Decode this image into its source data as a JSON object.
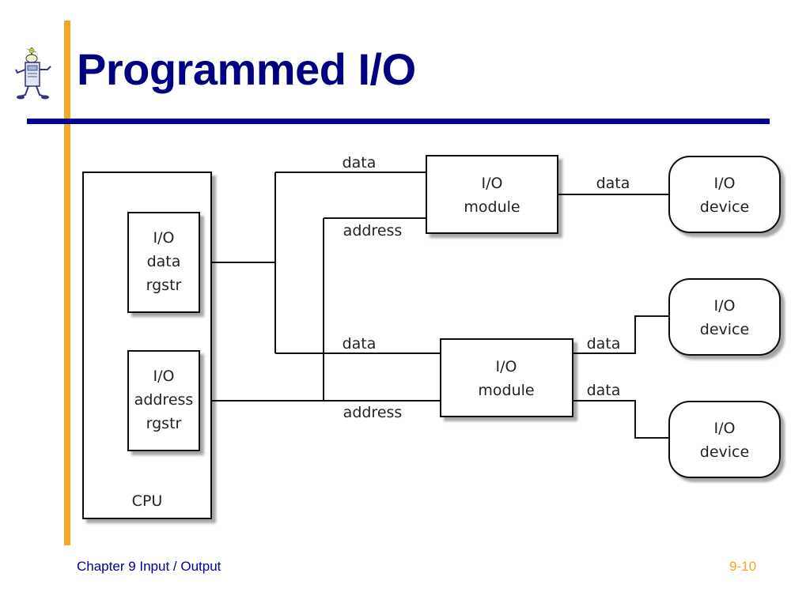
{
  "slide": {
    "title": "Programmed I/O",
    "footer_left": "Chapter 9 Input / Output",
    "footer_right": "9-10",
    "accent_colors": {
      "title": "#000080",
      "rule": "#000099",
      "side_bar": "#f5a623",
      "page_number": "#f5a623"
    }
  },
  "diagram": {
    "cpu_label": "CPU",
    "data_register": [
      "I/O",
      "data",
      "rgstr"
    ],
    "address_register": [
      "I/O",
      "address",
      "rgstr"
    ],
    "module_top": [
      "I/O",
      "module"
    ],
    "module_bottom": [
      "I/O",
      "module"
    ],
    "device_1": [
      "I/O",
      "device"
    ],
    "device_2": [
      "I/O",
      "device"
    ],
    "device_3": [
      "I/O",
      "device"
    ],
    "bus_labels": {
      "top_data": "data",
      "top_address": "address",
      "bottom_data": "data",
      "bottom_address": "address",
      "top_device_data": "data",
      "bottom_device_data_1": "data",
      "bottom_device_data_2": "data"
    }
  }
}
